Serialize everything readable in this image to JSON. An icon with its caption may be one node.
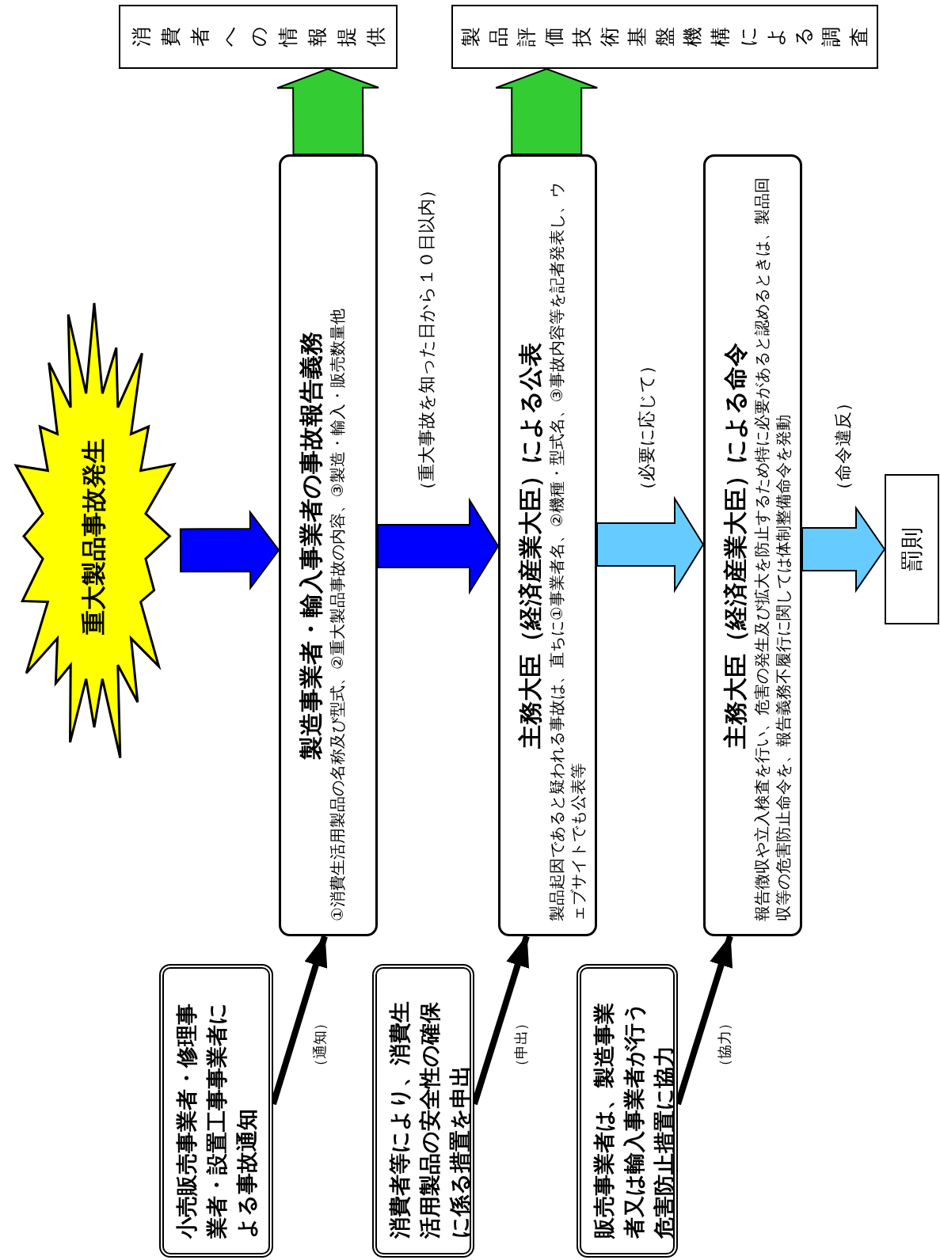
{
  "diagram": {
    "nodes": [
      {
        "text": [
          "重大製品事故発生"
        ]
      },
      {
        "text": [
          "製造事業者・輸入事業者の事故報告義務",
          "①消費生活用製品の名称及び型式、②重大製品事故の内容、③製造・輸入・販売数量他"
        ]
      },
      {
        "text": [
          "主務大臣（経済産業大臣）による公表",
          "製品起因であると疑われる事故は、直ちに①事業者名、②機種・型式名、③事故内容等を記者発表し、ウェブサイトでも公表等"
        ]
      },
      {
        "text": [
          "主務大臣（経済産業大臣）による命令",
          "報告徴収や立入検査を行い、危害の発生及び拡大を防止するため特に必要があると認めるときは、製品回収等の危害防止命令を、報告義務不履行に関しては体制整備命令を発動"
        ]
      },
      {
        "text": [
          "消費者への情報提供"
        ]
      },
      {
        "text": [
          "製品評価技術基盤機構による調査"
        ]
      },
      {
        "text": [
          "罰則"
        ]
      },
      {
        "text": [
          "小売販売事業者・修理事業者・設置工事事業者による事故通知"
        ]
      },
      {
        "text": [
          "消費者等により、消費生活用製品の安全性の確保に係る措置を申出"
        ]
      },
      {
        "text": [
          "販売事業者は、製造事業者又は輸入事業者が行う危害防止措置に協力"
        ]
      }
    ],
    "edges": [
      {
        "from": 0,
        "to": 1,
        "arrow": "to",
        "style": "thick",
        "color": "#0000ff"
      },
      {
        "from": 1,
        "to": 2,
        "arrow": "to",
        "style": "thick",
        "color": "#0000ff",
        "label": "（重大事故を知った日から１０日以内）"
      },
      {
        "from": 2,
        "to": 3,
        "arrow": "to",
        "style": "thick",
        "color": "#66ccff",
        "label": "（必要に応じて）"
      },
      {
        "from": 3,
        "to": 6,
        "arrow": "to",
        "style": "thick",
        "color": "#66ccff",
        "label": "（命令違反）"
      },
      {
        "from": 1,
        "to": 4,
        "arrow": "to",
        "style": "thick",
        "color": "#33cc33"
      },
      {
        "from": 2,
        "to": 5,
        "arrow": "to",
        "style": "thick",
        "color": "#33cc33"
      },
      {
        "from": 7,
        "to": 1,
        "arrow": "to",
        "label": "（通知）"
      },
      {
        "from": 8,
        "to": 2,
        "arrow": "to",
        "label": "（申出）"
      },
      {
        "from": 9,
        "to": 3,
        "arrow": "to",
        "label": "（協力）"
      }
    ]
  }
}
